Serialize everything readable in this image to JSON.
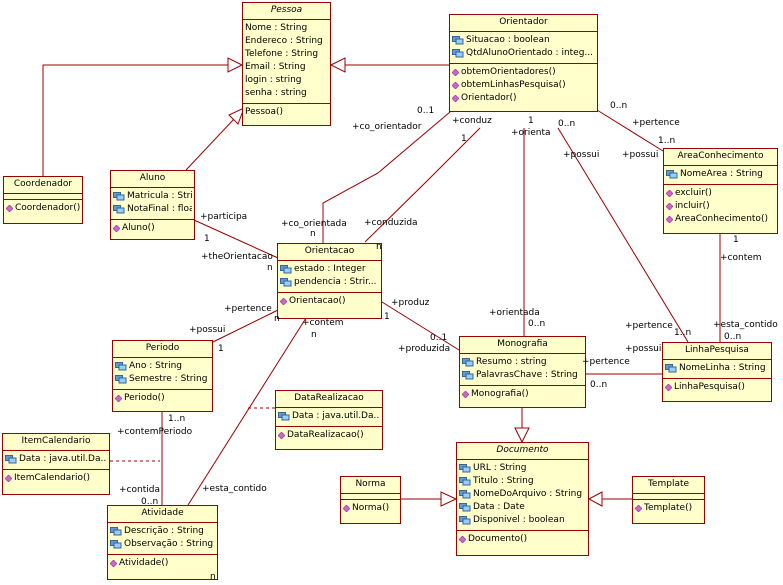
{
  "classes": {
    "pessoa": {
      "name": "Pessoa",
      "attrs": [
        "Nome : String",
        "Endereco : String",
        "Telefone : String",
        "Email : String",
        "login : string",
        "senha : string"
      ],
      "ops": [
        "Pessoa()"
      ]
    },
    "orientador": {
      "name": "Orientador",
      "attrs": [
        "Situacao : boolean",
        "QtdAlunoOrientado : integ..."
      ],
      "ops": [
        "obtemOrientadores()",
        "obtemLinhasPesquisa()",
        "Orientador()"
      ]
    },
    "coordenador": {
      "name": "Coordenador",
      "attrs": [],
      "ops": [
        "Coordenador()"
      ]
    },
    "aluno": {
      "name": "Aluno",
      "attrs": [
        "Matricula : Stri...",
        "NotaFinal : float"
      ],
      "ops": [
        "Aluno()"
      ]
    },
    "area": {
      "name": "AreaConhecimento",
      "attrs": [
        "NomeArea : String"
      ],
      "ops": [
        "excluir()",
        "incluir()",
        "AreaConhecimento()"
      ]
    },
    "orientacao": {
      "name": "Orientacao",
      "attrs": [
        "estado : Integer",
        "pendencia : Strir..."
      ],
      "ops": [
        "Orientacao()"
      ]
    },
    "periodo": {
      "name": "Periodo",
      "attrs": [
        "Ano : String",
        "Semestre : String"
      ],
      "ops": [
        "Periodo()"
      ]
    },
    "monografia": {
      "name": "Monografia",
      "attrs": [
        "Resumo : string",
        "PalavrasChave : String"
      ],
      "ops": [
        "Monografia()"
      ]
    },
    "linha": {
      "name": "LinhaPesquisa",
      "attrs": [
        "NomeLinha : String"
      ],
      "ops": [
        "LinhaPesquisa()"
      ]
    },
    "datarealizacao": {
      "name": "DataRealizacao",
      "attrs": [
        "Data : java.util.Da..."
      ],
      "ops": [
        "DataRealizacao()"
      ]
    },
    "itemcalendario": {
      "name": "ItemCalendario",
      "attrs": [
        "Data : java.util.Da..."
      ],
      "ops": [
        "ItemCalendario()"
      ]
    },
    "documento": {
      "name": "Documento",
      "attrs": [
        "URL : String",
        "Titulo : String",
        "NomeDoArquivo : String",
        "Data : Date",
        "Disponivel : boolean"
      ],
      "ops": [
        "Documento()"
      ]
    },
    "norma": {
      "name": "Norma",
      "attrs": [],
      "ops": [
        "Norma()"
      ]
    },
    "template": {
      "name": "Template",
      "attrs": [],
      "ops": [
        "Template()"
      ]
    },
    "atividade": {
      "name": "Atividade",
      "attrs": [
        "Descrição : String",
        "Observação : String"
      ],
      "ops": [
        "Atividade()"
      ]
    }
  },
  "labels": {
    "co_orientador_top": "+co_orientador",
    "mult_01_top": "0..1",
    "conduz": "+conduz",
    "mult_1_conduz": "1",
    "orienta": "+orienta",
    "mult_1_orienta": "1",
    "mult_0n_possui": "0..n",
    "possui_orientador": "+possui",
    "mult_0n_pertence": "0..n",
    "pertence_area": "+pertence",
    "mult_1n_area": "1..n",
    "possui_area": "+possui",
    "participa": "+participa",
    "mult_1_aluno": "1",
    "co_orientada": "+co_orientada",
    "mult_n_co": "n",
    "conduzida": "+conduzida",
    "mult_n_conduzida": "n",
    "theOrientacao": "+theOrientacao",
    "mult_n_the": "n",
    "mult_1_area_contem": "1",
    "contem_area": "+contem",
    "pertence_orient": "+pertence",
    "possui_periodo": "+possui",
    "mult_n_pert": "n",
    "mult_1_periodo": "1",
    "produz": "+produz",
    "mult_1_produz": "1",
    "contem_orient": "+contem",
    "mult_n_contem": "n",
    "orientada": "+orientada",
    "mult_0n_orientada": "0..n",
    "mult_01_produzida": "0..1",
    "produzida": "+produzida",
    "pertence_linha_left": "+pertence",
    "mult_1n_linha": "1..n",
    "esta_contido_linha": "+esta_contido",
    "mult_0n_linha": "0..n",
    "pertence_mono": "+pertence",
    "possui_linha": "+possui",
    "mult_0n_mono": "0..n",
    "mult_1n_periodo": "1..n",
    "contemPeriodo": "+contemPeriodo",
    "contida": "+contida",
    "mult_0n_ativ": "0..n",
    "esta_contido_ativ": "+esta_contido",
    "mult_n_ativ": "n"
  },
  "colors": {
    "fill": "#ffffcc",
    "border": "#990000",
    "line": "#990000",
    "attr_icon": "#336699",
    "op_icon": "#cc66cc"
  }
}
